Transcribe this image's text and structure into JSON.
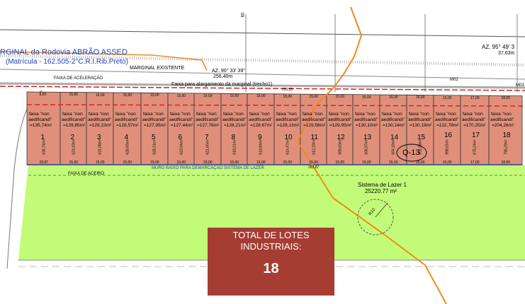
{
  "header": {
    "road_title": "RGINAL da Rodovia ABRÃO ASSED",
    "registry": "(Matrícula - 162.505-2°C.R.I.Rib.Preto)",
    "marginal": "MARGINAL EXISTENTE",
    "accel_lane": "FAIXA DE ACELERAÇÃO",
    "azimuth_1": "AZ. 90° 33' 39\"",
    "distance_1": "256,40m",
    "azimuth_2": "AZ. 95° 49' 3",
    "distance_2": "37,63m",
    "widening": "Faixa para alargamento da marginal (trecho1)",
    "dist_label": "250,55",
    "dist_label_2": "283,87",
    "marker_m02": "M02",
    "marker_m03": "M03",
    "dim_top": "60"
  },
  "block": {
    "label": "Q-13",
    "faixa_text": [
      "faixa \"non",
      "aedificandi\""
    ],
    "lots": [
      {
        "number": "1",
        "faixa_area": "=135,74m²",
        "area": "636,74m²",
        "front": "8,00",
        "back": "23,87"
      },
      {
        "number": "2",
        "faixa_area": "=129,85m²",
        "area": "623,43m²",
        "front": "15,00",
        "back": "15,00"
      },
      {
        "number": "3",
        "faixa_area": "=129,23m²",
        "area": "631,08m²",
        "front": "15,00",
        "back": "15,00"
      },
      {
        "number": "4",
        "faixa_area": "=128,57m²",
        "area": "628,65m²",
        "front": "15,00",
        "back": "15,00"
      },
      {
        "number": "5",
        "faixa_area": "=127,95m²",
        "area": "628,31m²",
        "front": "15,00",
        "back": "15,00"
      },
      {
        "number": "6",
        "faixa_area": "=127,44m²",
        "area": "623,04m²",
        "front": "15,00",
        "back": "15,00"
      },
      {
        "number": "7",
        "faixa_area": "=127,76m²",
        "area": "621,65m²",
        "front": "15,00",
        "back": "15,00"
      },
      {
        "number": "8",
        "faixa_area": "=128,21m²",
        "area": "619,21m²",
        "front": "15,00",
        "back": "15,00"
      },
      {
        "number": "9",
        "faixa_area": "=128,67m²",
        "area": "618,84m²",
        "front": "15,00",
        "back": "15,00"
      },
      {
        "number": "10",
        "faixa_area": "=129,13m²",
        "area": "614,47m²",
        "front": "15,00",
        "back": "15,00"
      },
      {
        "number": "11",
        "faixa_area": "=129,58m²",
        "area": "612,19m²",
        "front": "15,00",
        "back": "15,00"
      },
      {
        "number": "12",
        "faixa_area": "=129,95m²",
        "area": "609,60m²",
        "front": "15,00",
        "back": "15,00"
      },
      {
        "number": "13",
        "faixa_area": "=130,10m²",
        "area": "608,97m²",
        "front": "15,00",
        "back": "15,00"
      },
      {
        "number": "14",
        "faixa_area": "=130,14m²",
        "area": "604,18m²",
        "front": "15,00",
        "back": "15,00"
      },
      {
        "number": "15",
        "faixa_area": "=130,19m²",
        "area": "601,38m²",
        "front": "15,00",
        "back": "15,00"
      },
      {
        "number": "16",
        "faixa_area": "=132,78m²",
        "area": "998,61m²",
        "front": "15,00",
        "back": "15,00"
      },
      {
        "number": "17",
        "faixa_area": "=170,25m²",
        "area": "675,24m²",
        "front": "17,00",
        "back": "17,00"
      },
      {
        "number": "18",
        "faixa_area": "=204,26m²",
        "area": "795,29m²",
        "front": "18,05",
        "back": "18,00"
      }
    ]
  },
  "leisure": {
    "wall": "MURO BAIXO PARA DEMARCAÇÃO SISTEMA DE LAZER",
    "firebreak": "FAIXA DE ACEIRO",
    "name": "Sistema de Lazer 1",
    "area": "25220.77 m²",
    "radius": "R10"
  },
  "summary": {
    "title_line1": "TOTAL DE LOTES",
    "title_line2": "INDUSTRIAIS:",
    "count": "18"
  },
  "colors": {
    "lot_fill": "#e0907a",
    "leisure_fill": "#c2fb78",
    "summary_box": "#a63d33",
    "stream": "#f08a1c",
    "boundary": "#d42020"
  }
}
